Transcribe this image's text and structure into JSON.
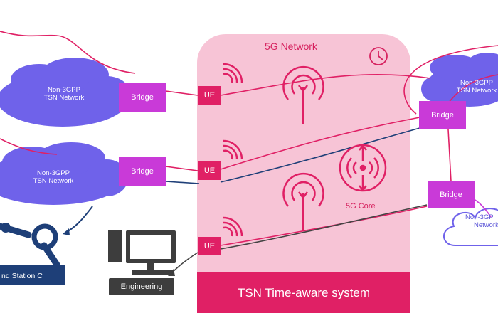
{
  "network": {
    "title": "5G Network",
    "core_label": "5G Core",
    "footer": "TSN Time-aware system"
  },
  "clouds": {
    "left_top": [
      "Non-3GPP",
      "TSN Network"
    ],
    "left_bottom": [
      "Non-3GPP",
      "TSN Network"
    ],
    "right_top": [
      "Non-3GPP",
      "TSN Network"
    ],
    "right_bottom": [
      "Non-3GP",
      "Network"
    ]
  },
  "bridges": {
    "b1": "Bridge",
    "b2": "Bridge",
    "b3": "Bridge",
    "b4": "Bridge"
  },
  "ues": {
    "u1": "UE",
    "u2": "UE",
    "u3": "UE"
  },
  "devices": {
    "engineering": "Engineering",
    "station": "nd Station C"
  },
  "colors": {
    "magenta": "#e02065",
    "purple": "#c93ad8",
    "cloud": "#6f62ea",
    "navy": "#1e3f78",
    "panel": "#f7c4d6"
  }
}
